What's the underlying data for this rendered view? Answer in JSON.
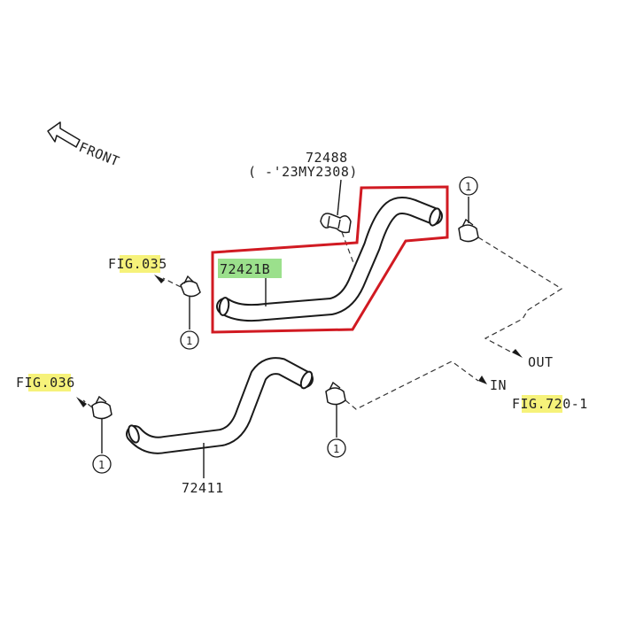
{
  "front_label": "FRONT",
  "part_72488": {
    "number": "72488",
    "note": "( -'23MY2308)"
  },
  "part_72421B": {
    "number": "72421B",
    "highlight_color": "#9be08c"
  },
  "part_72411": {
    "number": "72411"
  },
  "callout_number": "1",
  "fig_refs": {
    "fig035": {
      "pre": "F",
      "hl": "IG.03",
      "post": "5"
    },
    "fig036": {
      "pre": "F",
      "hl": "IG.03",
      "post": "6"
    },
    "fig720": {
      "pre": "F",
      "hl": "IG.72",
      "post": "0-1"
    }
  },
  "flow_labels": {
    "out": "OUT",
    "in": "IN"
  },
  "colors": {
    "frame": "#d11a22",
    "highlight": "#f6f27a",
    "line": "#1a1a1a"
  }
}
